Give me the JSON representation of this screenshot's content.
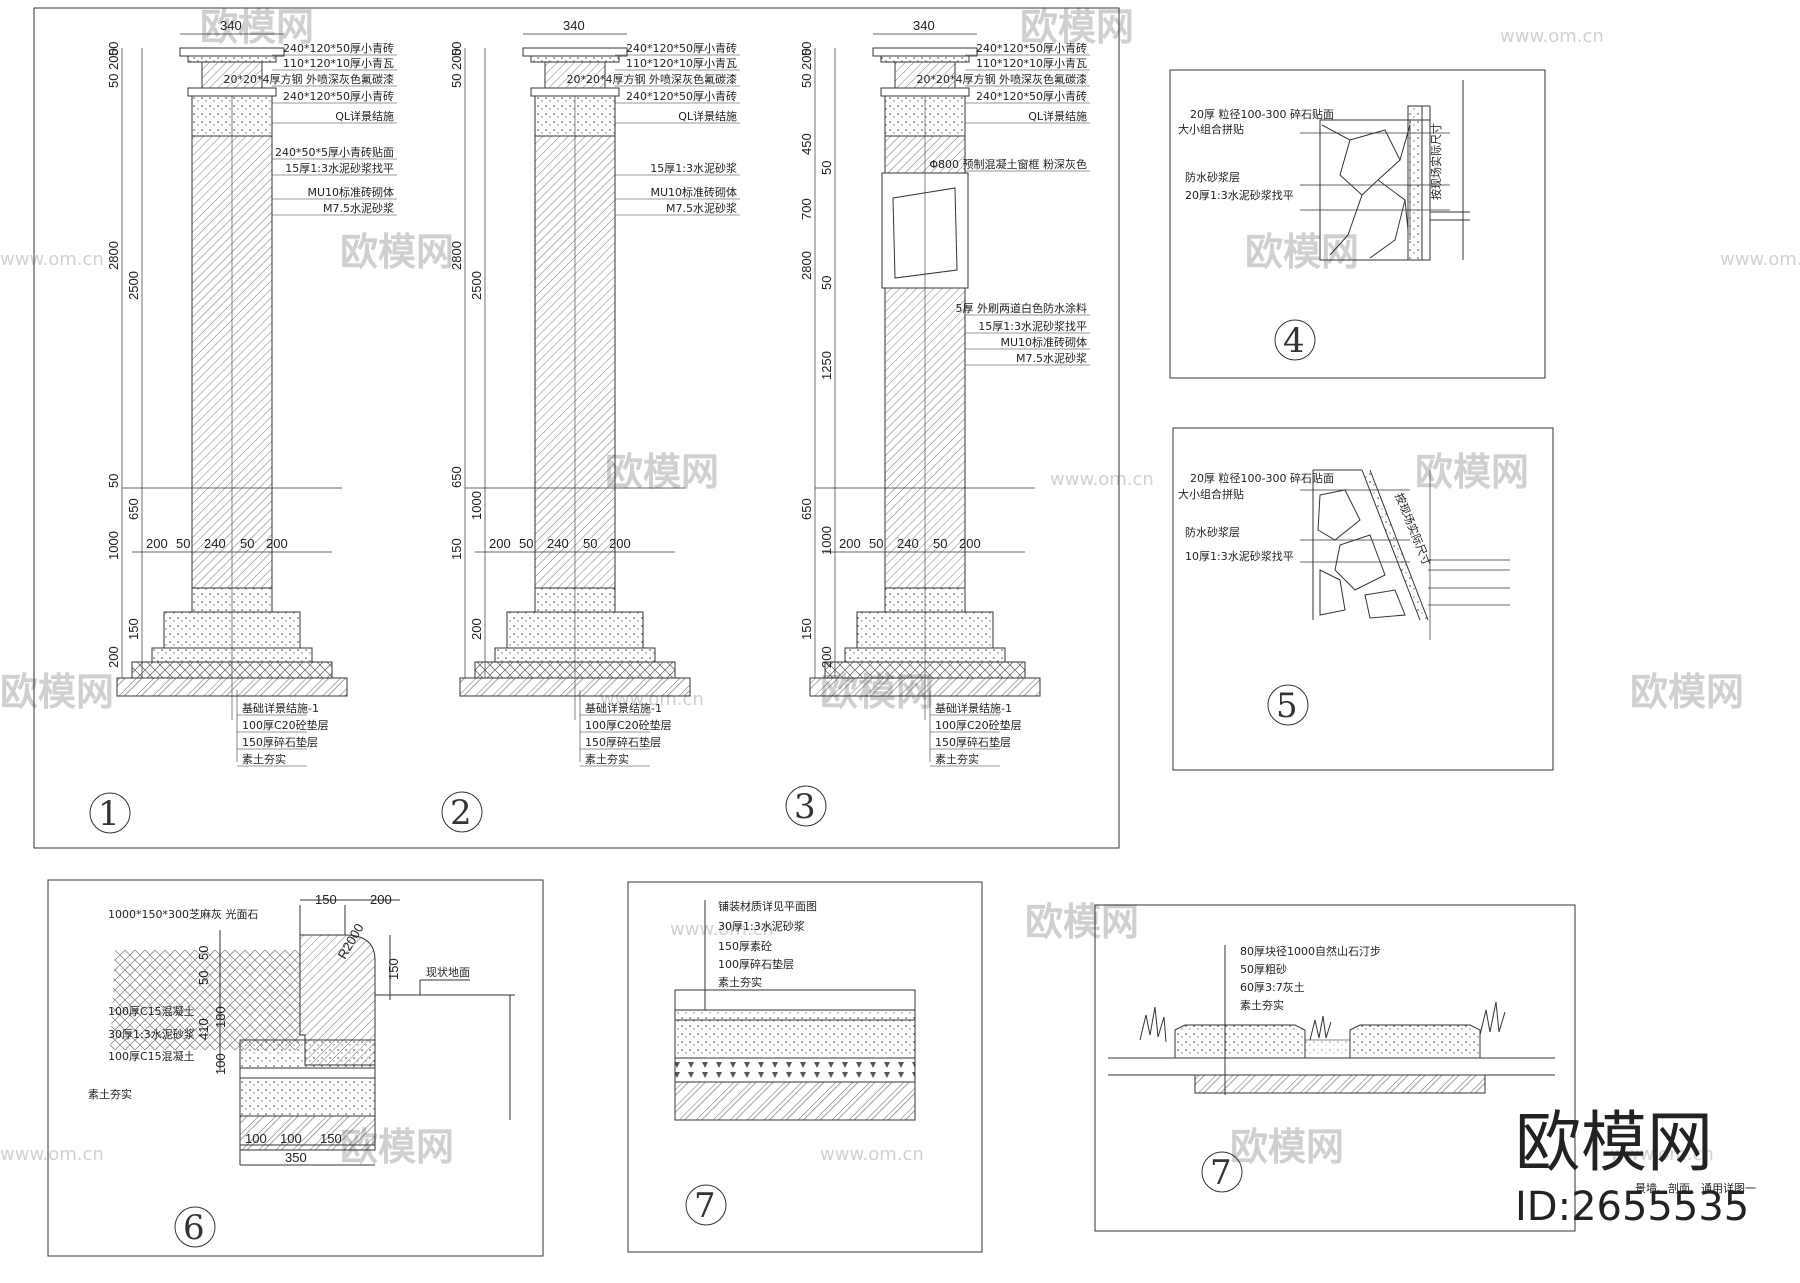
{
  "watermark": {
    "logo": "欧模网",
    "url": "www.om.cn"
  },
  "brand": {
    "name": "欧模网",
    "id": "ID:2655535",
    "title_small": "景墙、剖面、通用详图一"
  },
  "detail_numbers": [
    "1",
    "2",
    "3",
    "4",
    "5",
    "6",
    "7",
    "7"
  ],
  "column_1": {
    "top_width": "340",
    "labels": [
      "240*120*50厚小青砖",
      "110*120*10厚小青瓦",
      "20*20*4厚方钢 外喷深灰色氟碳漆",
      "240*120*50厚小青砖",
      "QL详景结施",
      "240*50*5厚小青砖贴面",
      "15厚1:3水泥砂浆找平",
      "MU10标准砖砌体",
      "M7.5水泥砂浆"
    ],
    "v_dims": [
      "50",
      "200",
      "50",
      "2800",
      "2500",
      "50",
      "650",
      "1000",
      "150",
      "200"
    ],
    "h_dims": [
      "200",
      "50",
      "240",
      "50",
      "200"
    ],
    "foot_labels": [
      "基础详景结施-1",
      "100厚C20砼垫层",
      "150厚碎石垫层",
      "素土夯实"
    ]
  },
  "column_2": {
    "top_width": "340",
    "labels": [
      "240*120*50厚小青砖",
      "110*120*10厚小青瓦",
      "20*20*4厚方钢 外喷深灰色氟碳漆",
      "240*120*50厚小青砖",
      "QL详景结施",
      "15厚1:3水泥砂浆",
      "MU10标准砖砌体",
      "M7.5水泥砂浆"
    ],
    "v_dims": [
      "50",
      "200",
      "50",
      "2800",
      "2500",
      "650",
      "1000",
      "150",
      "200"
    ],
    "h_dims": [
      "200",
      "50",
      "240",
      "50",
      "200"
    ],
    "foot_labels": [
      "基础详景结施-1",
      "100厚C20砼垫层",
      "150厚碎石垫层",
      "素土夯实"
    ]
  },
  "column_3": {
    "top_width": "340",
    "labels": [
      "240*120*50厚小青砖",
      "110*120*10厚小青瓦",
      "20*20*4厚方钢 外喷深灰色氟碳漆",
      "240*120*50厚小青砖",
      "QL详景结施",
      "Φ800 预制混凝土窗框 粉深灰色",
      "5厚 外刷两道白色防水涂料",
      "15厚1:3水泥砂浆找平",
      "MU10标准砖砌体",
      "M7.5水泥砂浆"
    ],
    "v_dims": [
      "50",
      "200",
      "50",
      "450",
      "50",
      "700",
      "50",
      "2800",
      "1250",
      "650",
      "1000",
      "150",
      "200"
    ],
    "h_dims": [
      "200",
      "50",
      "240",
      "50",
      "200"
    ],
    "foot_labels": [
      "基础详景结施-1",
      "100厚C20砼垫层",
      "150厚碎石垫层",
      "素土夯实"
    ]
  },
  "detail_4": {
    "labels": [
      "20厚 粒径100-300 碎石贴面",
      "大小组合拼贴",
      "防水砂浆层",
      "20厚1:3水泥砂浆找平"
    ],
    "side": "按现场实际尺寸"
  },
  "detail_5": {
    "labels": [
      "20厚 粒径100-300 碎石贴面",
      "大小组合拼贴",
      "防水砂浆层",
      "10厚1:3水泥砂浆找平"
    ],
    "side": "按现场实际尺寸"
  },
  "detail_6": {
    "labels": [
      "1000*150*300芝麻灰 光面石",
      "100厚C15混凝土",
      "30厚1:3水泥砂浆",
      "100厚C15混凝土",
      "素土夯实",
      "现状地面"
    ],
    "dims_top": [
      "150",
      "200"
    ],
    "radius": "R2000",
    "dims_left": [
      "50",
      "50",
      "410",
      "180",
      "100"
    ],
    "dims_right": [
      "150"
    ],
    "dims_bottom": [
      "100",
      "100",
      "150"
    ],
    "dims_total": "350"
  },
  "detail_7a": {
    "labels": [
      "铺装材质详见平面图",
      "30厚1:3水泥砂浆",
      "150厚素砼",
      "100厚碎石垫层",
      "素土夯实"
    ]
  },
  "detail_7b": {
    "labels": [
      "80厚块径1000自然山石汀步",
      "50厚粗砂",
      "60厚3:7灰土",
      "素土夯实"
    ]
  }
}
